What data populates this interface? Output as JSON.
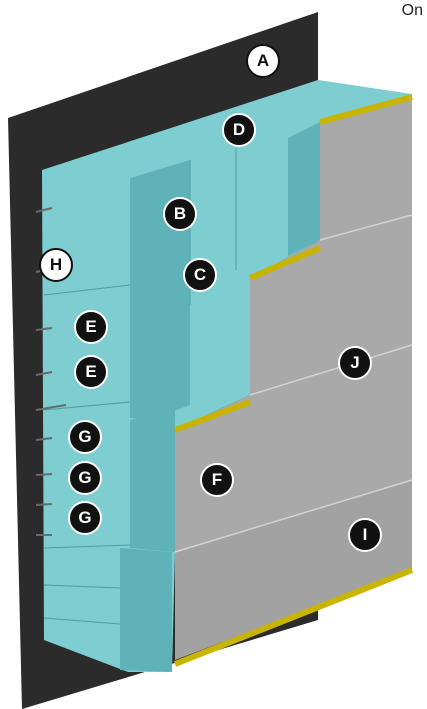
{
  "corner_text": "On",
  "colors": {
    "wall": "#2b2b2b",
    "insulation": "#7ecdd0",
    "insulation_shade": "#5fb3b8",
    "cladding": "#a9a9aa",
    "cladding_shade": "#8f8f91",
    "trim": "#c9b400"
  },
  "labels": [
    {
      "id": "A",
      "text": "A",
      "style": "light"
    },
    {
      "id": "D",
      "text": "D",
      "style": "dark"
    },
    {
      "id": "B",
      "text": "B",
      "style": "dark"
    },
    {
      "id": "H",
      "text": "H",
      "style": "light"
    },
    {
      "id": "C",
      "text": "C",
      "style": "dark"
    },
    {
      "id": "E1",
      "text": "E",
      "style": "dark"
    },
    {
      "id": "E2",
      "text": "E",
      "style": "dark"
    },
    {
      "id": "J",
      "text": "J",
      "style": "dark"
    },
    {
      "id": "G1",
      "text": "G",
      "style": "dark"
    },
    {
      "id": "F",
      "text": "F",
      "style": "dark"
    },
    {
      "id": "G2",
      "text": "G",
      "style": "dark"
    },
    {
      "id": "G3",
      "text": "G",
      "style": "dark"
    },
    {
      "id": "I",
      "text": "I",
      "style": "dark"
    }
  ]
}
